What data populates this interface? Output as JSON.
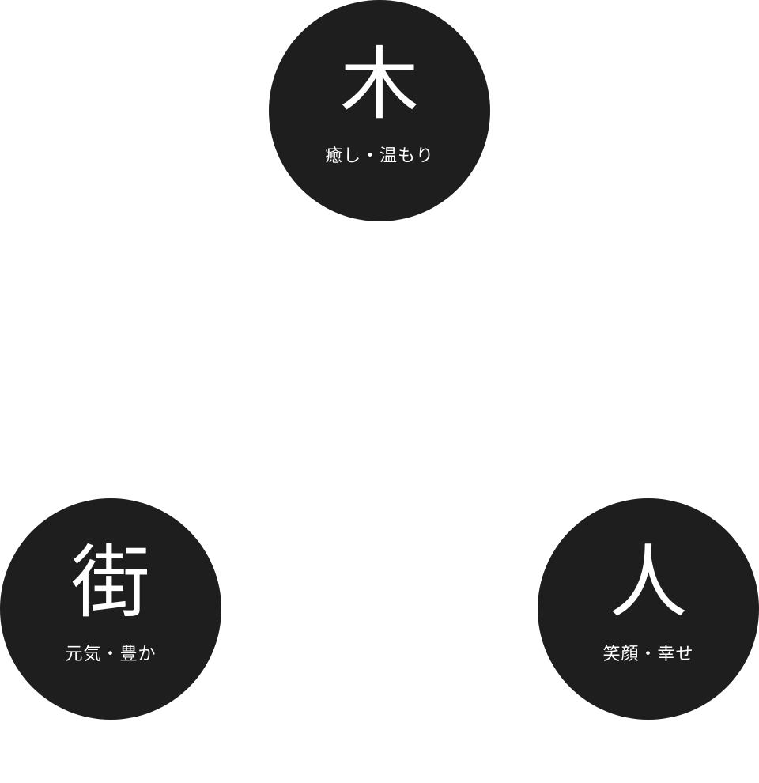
{
  "colors": {
    "background": "#ffffff",
    "circle_fill": "#1e1e1e",
    "text": "#ffffff"
  },
  "nodes": [
    {
      "id": "top",
      "kanji": "木",
      "caption": "癒し・温もり"
    },
    {
      "id": "left",
      "kanji": "街",
      "caption": "元気・豊か"
    },
    {
      "id": "right",
      "kanji": "人",
      "caption": "笑顔・幸せ"
    }
  ]
}
